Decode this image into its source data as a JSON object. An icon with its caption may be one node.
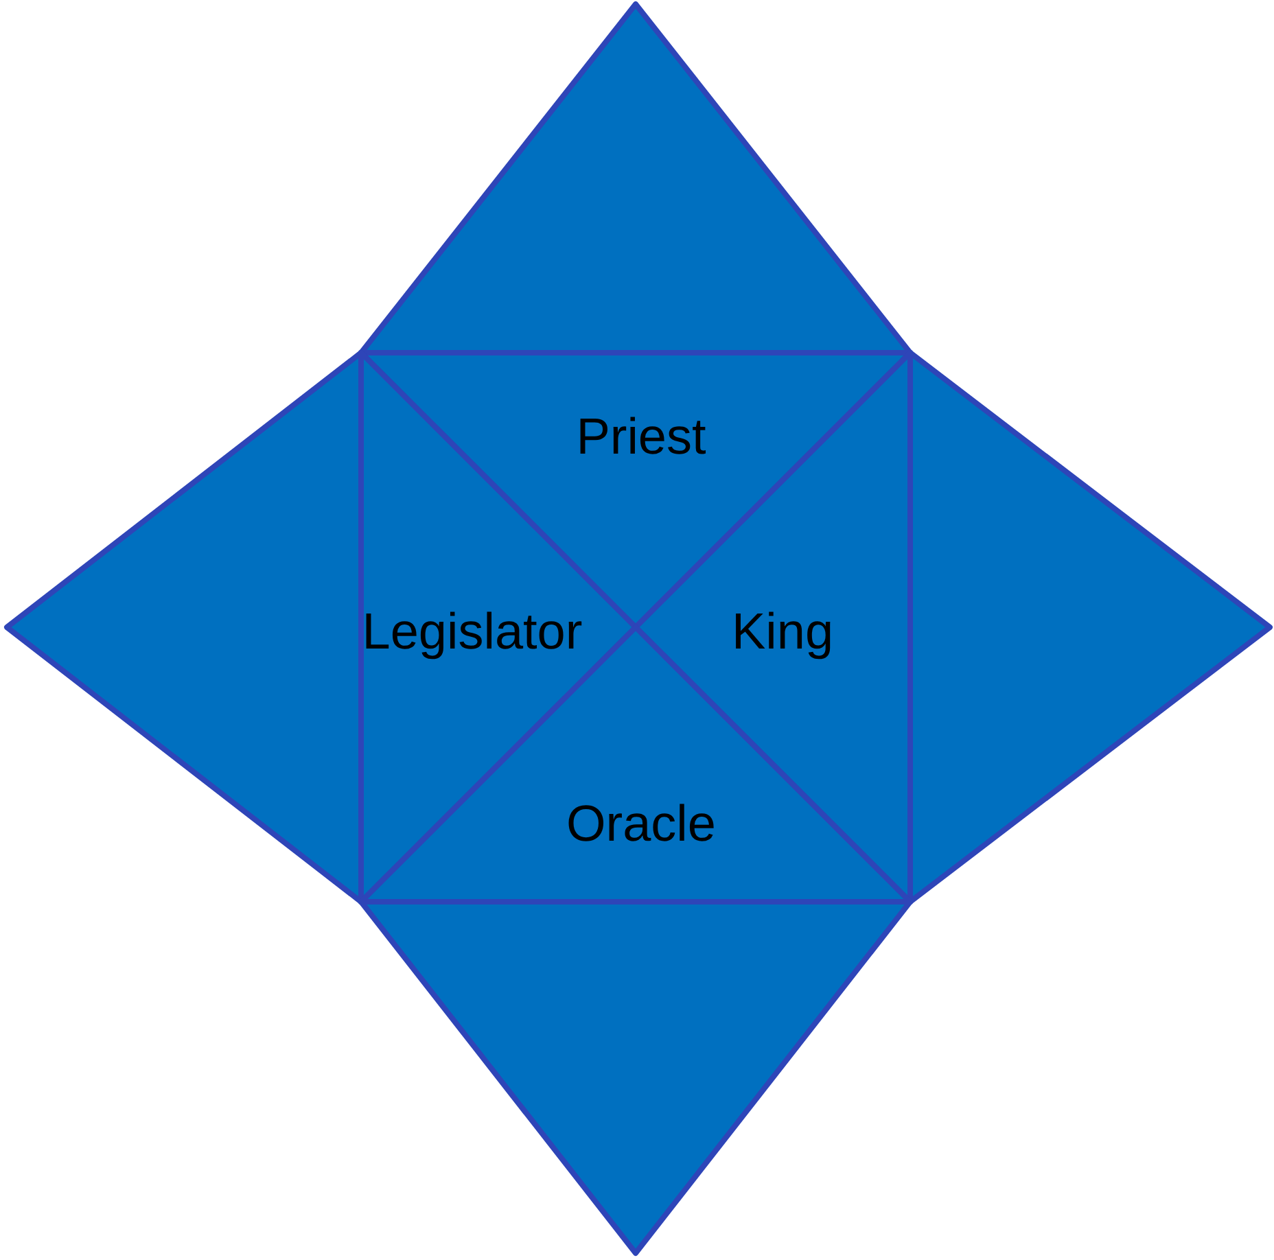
{
  "diagram": {
    "nodes": [
      {
        "text": [],
        "shape": "triangle"
      },
      {
        "text": [
          "Priest"
        ]
      },
      {
        "text": [],
        "shape": "triangle"
      },
      {
        "text": [
          "Legislator"
        ]
      },
      {
        "text": [
          "King"
        ]
      },
      {
        "text": [],
        "shape": "triangle"
      },
      {
        "text": [
          "Oracle"
        ]
      },
      {
        "text": [],
        "shape": "triangle"
      }
    ]
  }
}
